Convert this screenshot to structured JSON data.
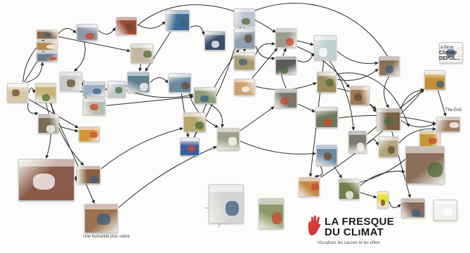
{
  "diagram": {
    "nodes": [
      {
        "id": "n01",
        "color": "#d8c8a8"
      },
      {
        "id": "n02",
        "color": "#8a6a48"
      },
      {
        "id": "n03",
        "color": "#b58a4e"
      },
      {
        "id": "n04",
        "color": "#6a7f8e"
      },
      {
        "id": "n05",
        "color": "#c9b37a"
      },
      {
        "id": "n06",
        "color": "#9c4a30"
      },
      {
        "id": "n07",
        "color": "#3d6f98"
      },
      {
        "id": "n08",
        "color": "#3c4e6e"
      },
      {
        "id": "n09",
        "color": "#8c9aa8"
      },
      {
        "id": "n10",
        "color": "#c4b9a0"
      },
      {
        "id": "n11",
        "color": "#c8c8c8"
      },
      {
        "id": "n12",
        "color": "#9ab0c2"
      },
      {
        "id": "n13",
        "color": "#5f7e91"
      },
      {
        "id": "n14",
        "color": "#b5bdb2"
      },
      {
        "id": "n15",
        "color": "#bfc9cf"
      },
      {
        "id": "n16",
        "color": "#6a8a9c"
      },
      {
        "id": "n17",
        "color": "#8f9b76"
      },
      {
        "id": "n18",
        "color": "#7a6e57"
      },
      {
        "id": "n19",
        "color": "#d59434"
      },
      {
        "id": "n20",
        "color": "#a85a34"
      },
      {
        "id": "n21",
        "color": "#5a6272"
      },
      {
        "id": "n22",
        "color": "#8a5f3e"
      },
      {
        "id": "n23",
        "color": "#8a5a48"
      },
      {
        "id": "n24",
        "color": "#3a5fa0"
      },
      {
        "id": "n25",
        "color": "#b8a66b"
      },
      {
        "id": "n26",
        "color": "#b2b2b2"
      },
      {
        "id": "n27",
        "color": "#9c7252"
      },
      {
        "id": "n28",
        "color": "#a0a08a"
      },
      {
        "id": "n29",
        "color": "#7b786c"
      },
      {
        "id": "n30",
        "color": "#bcc6d4"
      },
      {
        "id": "n31",
        "color": "#8fa0b4"
      },
      {
        "id": "n32",
        "color": "#ab9b72"
      },
      {
        "id": "n33",
        "color": "#c9a36d"
      },
      {
        "id": "n34",
        "color": "#9a9c90"
      },
      {
        "id": "n35",
        "color": "#5b5b5b"
      },
      {
        "id": "n36",
        "color": "#6b8aa4"
      },
      {
        "id": "n37",
        "color": "#d6d6d6"
      },
      {
        "id": "n38",
        "color": "#c0cfd0"
      },
      {
        "id": "n39",
        "color": "#6d7a5a"
      },
      {
        "id": "n40",
        "color": "#9b8a5e"
      },
      {
        "id": "n41",
        "color": "#a07a56"
      },
      {
        "id": "n42",
        "color": "#8b7258"
      },
      {
        "id": "n43",
        "color": "#7f7a6e"
      },
      {
        "id": "n44",
        "color": "#c38a44"
      },
      {
        "id": "n45",
        "color": "#7a6048"
      },
      {
        "id": "n46",
        "color": "#b0a57c"
      },
      {
        "id": "n47",
        "color": "#c78f32"
      },
      {
        "id": "n48",
        "color": "#6f7f4c"
      },
      {
        "id": "n49",
        "color": "#c6983a"
      },
      {
        "id": "n50",
        "color": "#8a6e5a"
      },
      {
        "id": "n51",
        "color": "#e8e43a"
      },
      {
        "id": "n52",
        "color": "#8a6b5b"
      },
      {
        "id": "n53",
        "color": "#a08066"
      },
      {
        "id": "n54",
        "color": "#6b5a4a"
      },
      {
        "id": "n55",
        "color": "#7f6d5e"
      },
      {
        "id": "n56",
        "color": "#8a7560"
      },
      {
        "id": "n57",
        "color": "#f0f0ee"
      },
      {
        "id": "n58",
        "color": "#f2f2f0"
      },
      {
        "id": "n59",
        "color": "#8c9a6a"
      },
      {
        "id": "n60",
        "color": "#9ca06e"
      },
      {
        "id": "n61",
        "color": "#efefef"
      },
      {
        "id": "n62",
        "color": "#e9e6e0"
      }
    ],
    "edges": [
      [
        "n01",
        "n02"
      ],
      [
        "n01",
        "n03"
      ],
      [
        "n01",
        "n04"
      ],
      [
        "n01",
        "n05"
      ],
      [
        "n01",
        "n19"
      ],
      [
        "n01",
        "n18"
      ],
      [
        "n02",
        "n09"
      ],
      [
        "n02",
        "n10"
      ],
      [
        "n05",
        "n22"
      ],
      [
        "n05",
        "n23"
      ],
      [
        "n05",
        "n27"
      ],
      [
        "n09",
        "n06"
      ],
      [
        "n09",
        "n11"
      ],
      [
        "n10",
        "n13"
      ],
      [
        "n06",
        "n07"
      ],
      [
        "n07",
        "n08"
      ],
      [
        "n07",
        "n13"
      ],
      [
        "n11",
        "n12"
      ],
      [
        "n11",
        "n14"
      ],
      [
        "n12",
        "n15"
      ],
      [
        "n13",
        "n15"
      ],
      [
        "n13",
        "n16"
      ],
      [
        "n14",
        "n17"
      ],
      [
        "n15",
        "n17"
      ],
      [
        "n17",
        "n28"
      ],
      [
        "n16",
        "n24"
      ],
      [
        "n16",
        "n28"
      ],
      [
        "n22",
        "n25"
      ],
      [
        "n25",
        "n26"
      ],
      [
        "n26",
        "n28"
      ],
      [
        "n27",
        "n28"
      ],
      [
        "n28",
        "n29"
      ],
      [
        "n28",
        "n36"
      ],
      [
        "n29",
        "n34"
      ],
      [
        "n29",
        "n39"
      ],
      [
        "n24",
        "n30"
      ],
      [
        "n24",
        "n31"
      ],
      [
        "n30",
        "n32"
      ],
      [
        "n31",
        "n35"
      ],
      [
        "n32",
        "n34"
      ],
      [
        "n33",
        "n34"
      ],
      [
        "n33",
        "n40"
      ],
      [
        "n34",
        "n41"
      ],
      [
        "n34",
        "n38"
      ],
      [
        "n35",
        "n38"
      ],
      [
        "n36",
        "n44"
      ],
      [
        "n36",
        "n48"
      ],
      [
        "n38",
        "n42"
      ],
      [
        "n38",
        "n43"
      ],
      [
        "n38",
        "n44"
      ],
      [
        "n40",
        "n42"
      ],
      [
        "n40",
        "n45"
      ],
      [
        "n41",
        "n45"
      ],
      [
        "n42",
        "n45"
      ],
      [
        "n43",
        "n46"
      ],
      [
        "n43",
        "n47"
      ],
      [
        "n44",
        "n47"
      ],
      [
        "n45",
        "n47"
      ],
      [
        "n45",
        "n52"
      ],
      [
        "n45",
        "n53"
      ],
      [
        "n46",
        "n53"
      ],
      [
        "n47",
        "n53"
      ],
      [
        "n48",
        "n49"
      ],
      [
        "n48",
        "n50"
      ],
      [
        "n48",
        "n51"
      ],
      [
        "n51",
        "n52"
      ],
      [
        "n53",
        "n54"
      ],
      [
        "n53",
        "n55"
      ],
      [
        "n45",
        "n56"
      ],
      [
        "n39",
        "n53"
      ],
      [
        "n18",
        "n19"
      ],
      [
        "n23",
        "n22"
      ]
    ],
    "texts": {
      "top_right_card": [
        "a force",
        "Climate",
        "DEPOL..."
      ],
      "top_right_small": "The End",
      "bottom_right_small": "—"
    }
  },
  "caption_people": "Une humanité plus sobre",
  "logo": {
    "line1": "LA FRESQUE",
    "line2": "DU CLıMAT",
    "tagline": "Visualisez les causes et les effets",
    "hand_color": "#d63a3a",
    "dot_color": "#d63a3a"
  },
  "colors": {
    "edge": "#2a2a2a",
    "card_border": "#c9c9c9",
    "background": "#fcfcfb"
  }
}
